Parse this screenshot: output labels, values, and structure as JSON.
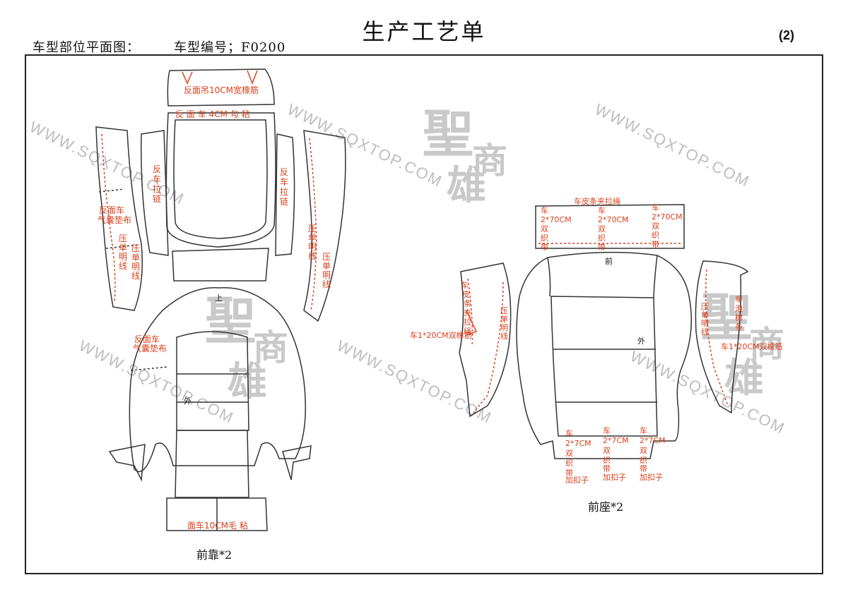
{
  "header": {
    "title": "生产工艺单",
    "page_number": "(2)",
    "left_label": "车型部位平面图：",
    "model_code_label": "车型编号；F0200"
  },
  "watermark": {
    "url": "WWW.SQXTOP.COM",
    "char_sheng": "聖",
    "char_shang": "商",
    "char_xiong": "雄"
  },
  "front_back": {
    "caption": "前靠*2",
    "notes": {
      "top_elastic": "反面吊10CM宽橡筋",
      "top_glue": "反 面 车 4CM  勾 粘",
      "left_zip": [
        "反",
        "车",
        "拉",
        "链"
      ],
      "right_zip": [
        "反",
        "车",
        "拉",
        "链"
      ],
      "airbag_side": [
        "反面车",
        "气囊垫布"
      ],
      "press_a": [
        "压",
        "单",
        "明",
        "线"
      ],
      "press_b": [
        "压",
        "单",
        "明",
        "线"
      ],
      "press_c": [
        "压",
        "单",
        "明",
        "线"
      ],
      "press_d": [
        "压",
        "单",
        "明",
        "线"
      ],
      "airbag_lower": [
        "反面车",
        "气囊垫布"
      ],
      "bottom_velcro": "面车10CM毛 粘",
      "outer_mark": "外",
      "top_mark": "上"
    }
  },
  "front_seat": {
    "caption": "前座*2",
    "notes": {
      "top_strip": "车皮条夹拉绳",
      "band_1": [
        "车",
        "2*70CM",
        "双",
        "织",
        "带"
      ],
      "band_2": [
        "车",
        "2*70CM",
        "双",
        "织",
        "带"
      ],
      "band_3": [
        "车",
        "2*70CM",
        "双",
        "织",
        "带"
      ],
      "front_mark": "前",
      "outer_mark": "外",
      "left_strip": [
        "车",
        "皮",
        "条",
        "夹",
        "拉",
        "绳"
      ],
      "left_elastic": "车1*20CM双橡筋",
      "left_press": [
        "压",
        "单",
        "明",
        "线"
      ],
      "right_press": [
        "压",
        "单",
        "明",
        "线"
      ],
      "right_foam": [
        "车",
        "泡",
        "棉",
        "条"
      ],
      "right_elastic": "车1*20CM双橡筋",
      "buckle_1": [
        "车",
        "2*7CM",
        "双",
        "织",
        "带",
        "加扣子"
      ],
      "buckle_2": [
        "车",
        "2*7CM",
        "双",
        "织",
        "带",
        "加扣子"
      ],
      "buckle_3": [
        "车",
        "2*7CM",
        "双",
        "织",
        "带",
        "加扣子"
      ]
    }
  }
}
